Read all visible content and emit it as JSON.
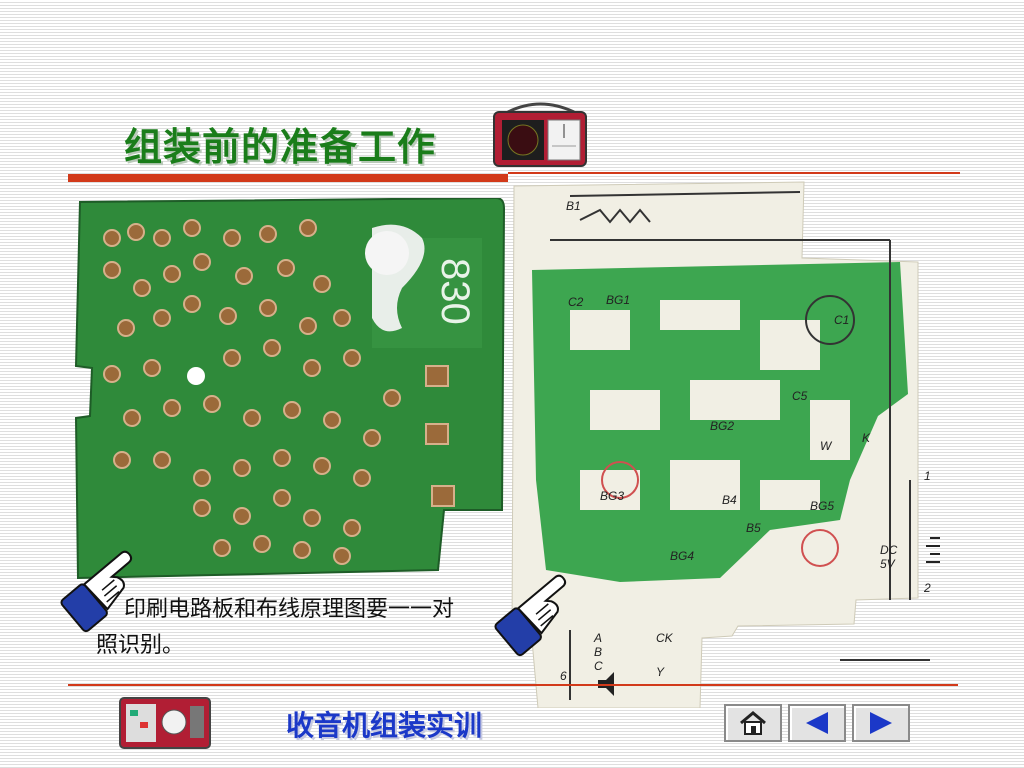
{
  "slide": {
    "title": "组装前的准备工作",
    "caption": "印刷电路板和布线原理图要一一对照识别。",
    "footer_title": "收音机组装实训"
  },
  "nav": {
    "icons": [
      "home-icon",
      "previous-arrow-icon",
      "next-arrow-icon"
    ]
  },
  "pcb": {
    "markings": "830"
  },
  "schematic": {
    "labels": [
      "B1",
      "C1",
      "C2",
      "C5",
      "BG1",
      "BG2",
      "BG3",
      "BG4",
      "BG5",
      "B4",
      "B5",
      "W",
      "K",
      "DC",
      "5V",
      "CK",
      "Y",
      "A",
      "B",
      "C",
      "6",
      "1",
      "2"
    ]
  },
  "colors": {
    "title": "#1a7d1a",
    "footer_title": "#1b38c8",
    "rule": "#d23a1a",
    "pcb_green": "#2f8a3a",
    "schematic_green": "#2ea043"
  }
}
